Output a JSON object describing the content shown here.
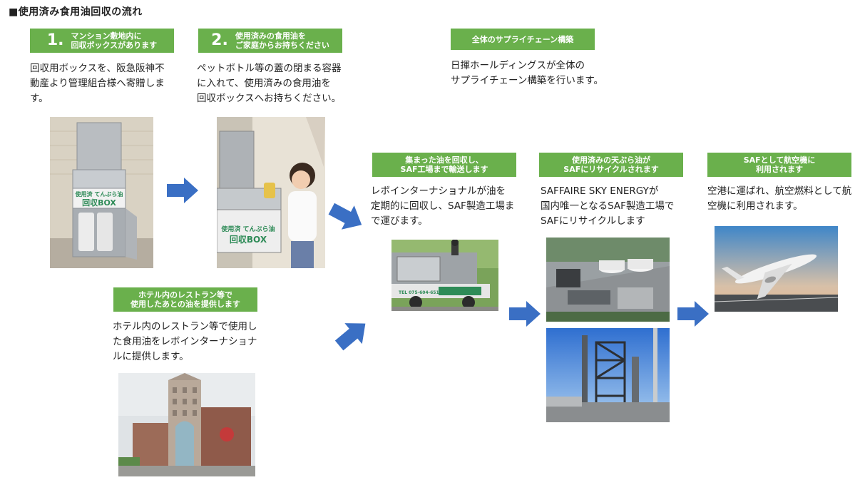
{
  "page_title": "■使用済み食用油回収の流れ",
  "steps": {
    "s1": {
      "number": "1.",
      "label_l1": "マンション敷地内に",
      "label_l2": "回収ボックスがあります",
      "desc_l1": "回収用ボックスを、阪急阪神不",
      "desc_l2": "動産より管理組合様へ寄贈しま",
      "desc_l3": "す。"
    },
    "s2": {
      "number": "2.",
      "label_l1": "使用済みの食用油を",
      "label_l2": "ご家庭からお持ちください",
      "desc_l1": "ペットボトル等の蓋の閉まる容器",
      "desc_l2": "に入れて、使用済みの食用油を",
      "desc_l3": "回収ボックスへお持ちください。"
    },
    "supply": {
      "label": "全体のサプライチェーン構築",
      "desc_l1": "日揮ホールディングスが全体の",
      "desc_l2": "サプライチェーン構築を行います。"
    },
    "hotel": {
      "label_l1": "ホテル内のレストラン等で",
      "label_l2": "使用したあとの油を提供します",
      "desc_l1": "ホテル内のレストラン等で使用し",
      "desc_l2": "た食用油をレボインターナショナ",
      "desc_l3": "ルに提供します。"
    },
    "collect": {
      "label_l1": "集まった油を回収し、",
      "label_l2": "SAF工場まで輸送します",
      "desc_l1": "レボインターナショナルが油を",
      "desc_l2": "定期的に回収し、SAF製造工場ま",
      "desc_l3": "で運びます。"
    },
    "recycle": {
      "label_l1": "使用済みの天ぷら油が",
      "label_l2": "SAFにリサイクルされます",
      "desc_l1": "SAFFAIRE SKY ENERGYが",
      "desc_l2": "国内唯一となるSAF製造工場で",
      "desc_l3": "SAFにリサイクルします"
    },
    "aviation": {
      "label_l1": "SAFとして航空機に",
      "label_l2": "利用されます",
      "desc_l1": "空港に運ばれ、航空燃料として航",
      "desc_l2": "空機に利用されます。"
    }
  },
  "photos": {
    "box_text_l1": "使用済 てんぷら油",
    "box_text_l2": "回収BOX",
    "truck_text": "TEL 075-604-6510"
  },
  "colors": {
    "label_green": "#6ab04c",
    "arrow_blue": "#3a6fc4"
  }
}
